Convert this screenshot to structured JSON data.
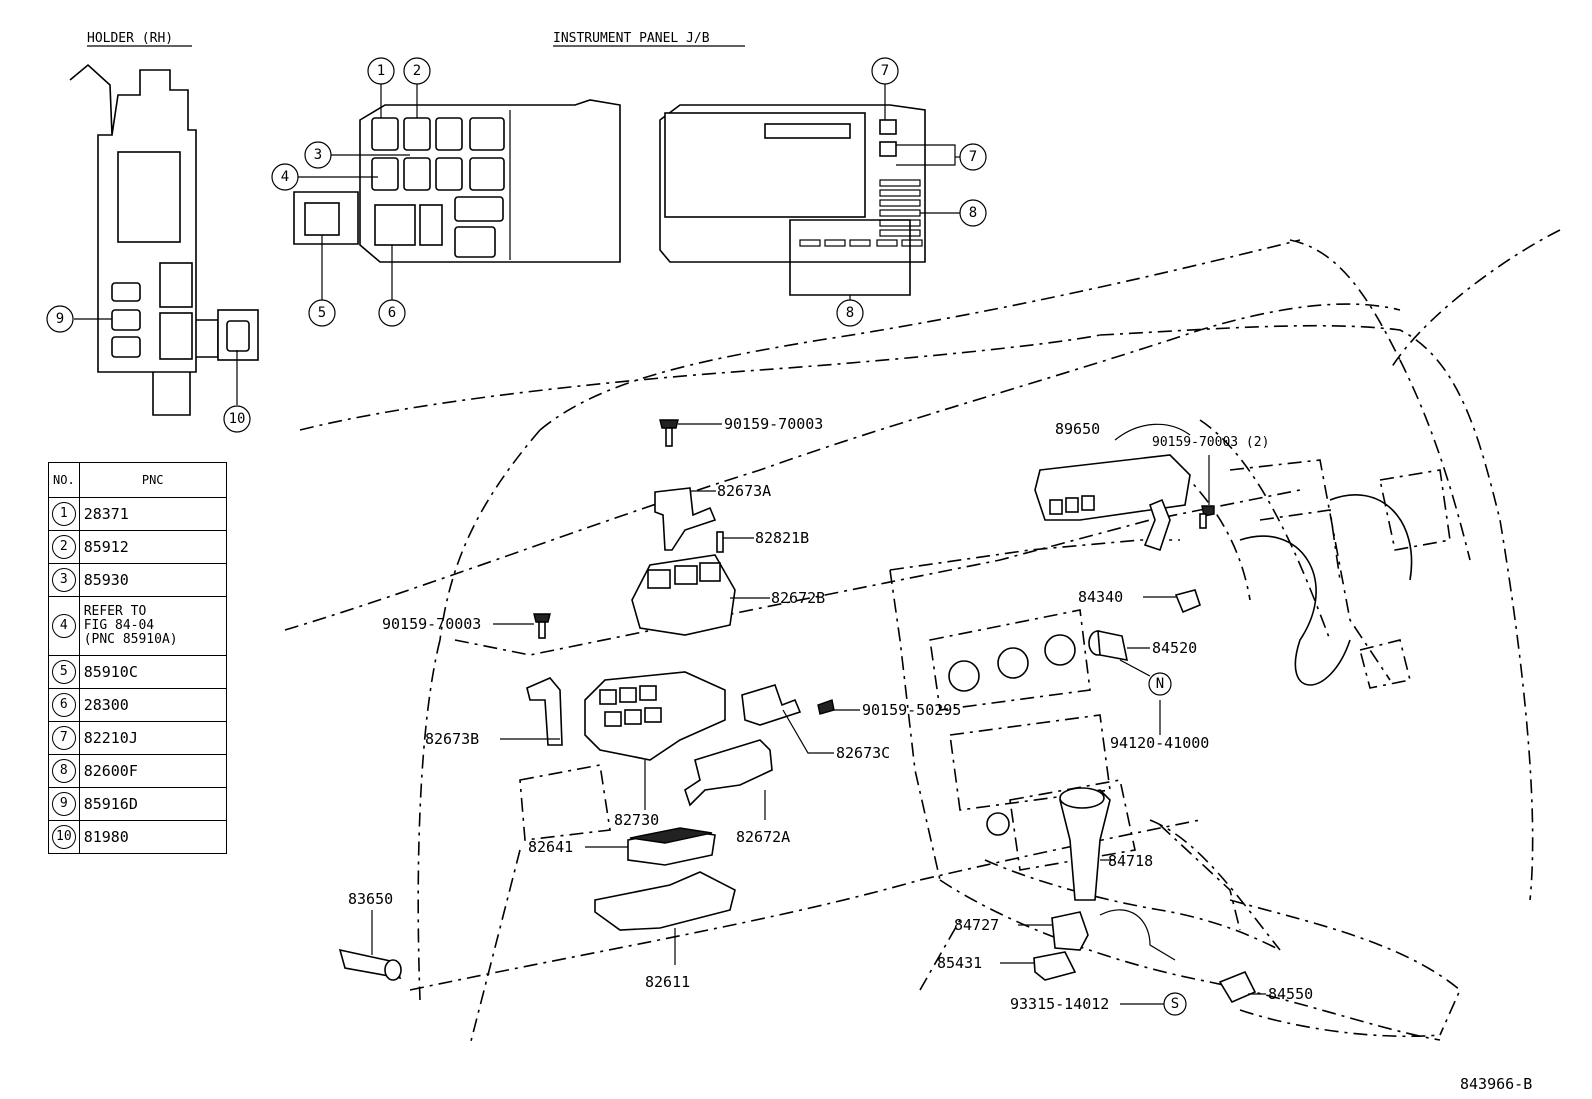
{
  "sections": {
    "holder_title": "HOLDER (RH)",
    "panel_title": "INSTRUMENT PANEL J/B"
  },
  "callouts": [
    "1",
    "2",
    "3",
    "4",
    "5",
    "6",
    "7",
    "8",
    "9",
    "10"
  ],
  "table": {
    "headers": [
      "NO.",
      "PNC"
    ],
    "rows": [
      {
        "no": "1",
        "pnc": "28371"
      },
      {
        "no": "2",
        "pnc": "85912"
      },
      {
        "no": "3",
        "pnc": "85930"
      },
      {
        "no": "4",
        "pnc": "REFER TO\nFIG 84-04\n(PNC 85910A)"
      },
      {
        "no": "5",
        "pnc": "85910C"
      },
      {
        "no": "6",
        "pnc": "28300"
      },
      {
        "no": "7",
        "pnc": "82210J"
      },
      {
        "no": "8",
        "pnc": "82600F"
      },
      {
        "no": "9",
        "pnc": "85916D"
      },
      {
        "no": "10",
        "pnc": "81980"
      }
    ]
  },
  "parts": {
    "p90159_70003_top": "90159-70003",
    "p82673A": "82673A",
    "p82821B": "82821B",
    "p82672B": "82672B",
    "p90159_70003_left": "90159-70003",
    "p82673B": "82673B",
    "p82730": "82730",
    "p90159_50295": "90159-50295",
    "p82673C": "82673C",
    "p82672A": "82672A",
    "p82641": "82641",
    "p82611": "82611",
    "p83650": "83650",
    "p89650": "89650",
    "p90159_70003_2": "90159-70003 (2)",
    "p84340": "84340",
    "p84520": "84520",
    "p94120_41000": "94120-41000",
    "sym_N": "N",
    "p84718": "84718",
    "p84727": "84727",
    "p85431": "85431",
    "p93315_14012": "93315-14012",
    "sym_S": "S",
    "p84550": "84550"
  },
  "figure_code": "843966-B"
}
